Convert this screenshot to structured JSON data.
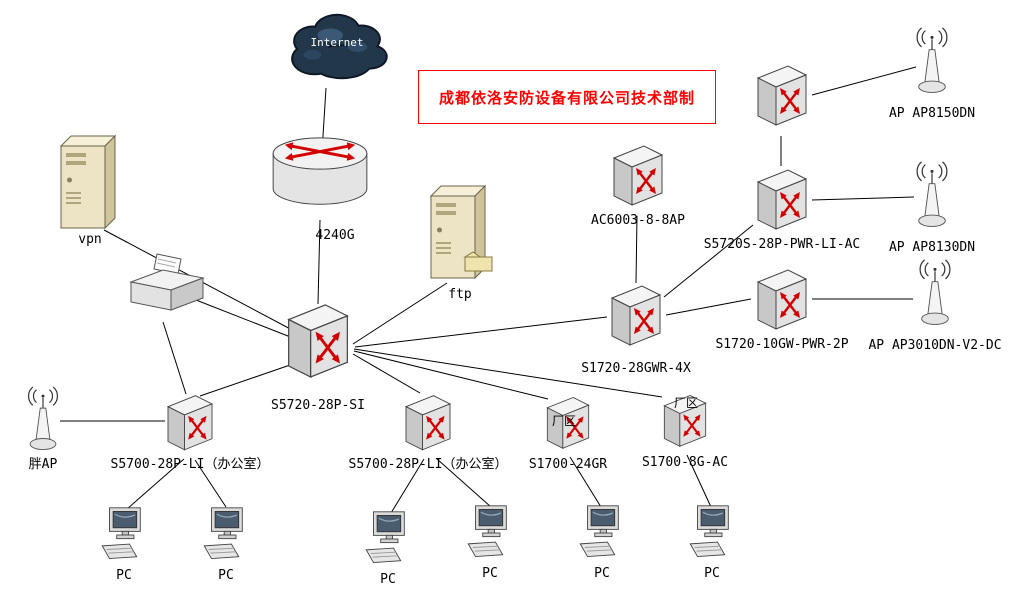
{
  "banner": "成都依洛安防设备有限公司技术部制",
  "cloud_label": "Internet",
  "nodes": {
    "vpn": {
      "label": "vpn",
      "type": "server"
    },
    "router": {
      "label": "4240G",
      "type": "router"
    },
    "ftp": {
      "label": "ftp",
      "type": "server"
    },
    "core": {
      "label": "S5720-28P-SI",
      "type": "switch"
    },
    "ac": {
      "label": "AC6003-8-8AP",
      "type": "wireless-controller"
    },
    "agg": {
      "label": "S1720-28GWR-4X",
      "type": "switch"
    },
    "poe1": {
      "label": "S5720S-28P-PWR-LI-AC",
      "type": "switch"
    },
    "topright": {
      "label": "",
      "type": "switch"
    },
    "poe2": {
      "label": "S1720-10GW-PWR-2P",
      "type": "switch"
    },
    "ap8150": {
      "label": "AP AP8150DN",
      "type": "access-point"
    },
    "ap8130": {
      "label": "AP AP8130DN",
      "type": "access-point"
    },
    "ap3010": {
      "label": "AP AP3010DN-V2-DC",
      "type": "access-point"
    },
    "fat_ap": {
      "label": "胖AP",
      "type": "access-point"
    },
    "office1": {
      "label": "S5700-28P-LI（办公室）",
      "type": "switch"
    },
    "office2": {
      "label": "S5700-28P-LI（办公室）",
      "type": "switch"
    },
    "plant1": {
      "label": "S1700-24GR",
      "zone": "厂区",
      "type": "switch"
    },
    "plant2": {
      "label": "S1700-8G-AC",
      "zone": "厂区",
      "type": "switch"
    },
    "printer": {
      "label": "",
      "type": "printer"
    },
    "pc": {
      "label": "PC",
      "type": "pc"
    }
  },
  "edges": [
    {
      "from": "internet-cloud",
      "to": "router-4240g"
    },
    {
      "from": "router-4240g",
      "to": "switch-s5720-28p-si"
    },
    {
      "from": "server-vpn",
      "to": "switch-s5720-28p-si"
    },
    {
      "from": "printer",
      "to": "switch-s5720-28p-si"
    },
    {
      "from": "printer",
      "to": "switch-s5700-28p-li-office-1"
    },
    {
      "from": "switch-s5720-28p-si",
      "to": "switch-s5700-28p-li-office-1"
    },
    {
      "from": "switch-s5720-28p-si",
      "to": "server-ftp"
    },
    {
      "from": "switch-s5720-28p-si",
      "to": "switch-s1720-28gwr-4x"
    },
    {
      "from": "switch-s5720-28p-si",
      "to": "switch-s5700-28p-li-office-2"
    },
    {
      "from": "switch-s5720-28p-si",
      "to": "switch-s1700-24gr"
    },
    {
      "from": "switch-s5720-28p-si",
      "to": "switch-s1700-8g-ac"
    },
    {
      "from": "ac6003-8-8ap",
      "to": "switch-s1720-28gwr-4x"
    },
    {
      "from": "switch-s1720-28gwr-4x",
      "to": "switch-s5720s-28p-pwr-li-ac"
    },
    {
      "from": "switch-s1720-28gwr-4x",
      "to": "switch-s1720-10gw-pwr-2p"
    },
    {
      "from": "switch-s5720s-28p-pwr-li-ac",
      "to": "switch-top-right"
    },
    {
      "from": "switch-top-right",
      "to": "ap-ap8150dn"
    },
    {
      "from": "switch-s5720s-28p-pwr-li-ac",
      "to": "ap-ap8130dn"
    },
    {
      "from": "switch-s1720-10gw-pwr-2p",
      "to": "ap-ap3010dn-v2-dc"
    },
    {
      "from": "fat-ap",
      "to": "switch-s5700-28p-li-office-1"
    },
    {
      "from": "switch-s5700-28p-li-office-1",
      "to": "pc-1"
    },
    {
      "from": "switch-s5700-28p-li-office-1",
      "to": "pc-2"
    },
    {
      "from": "switch-s5700-28p-li-office-2",
      "to": "pc-3"
    },
    {
      "from": "switch-s5700-28p-li-office-2",
      "to": "pc-4"
    },
    {
      "from": "switch-s1700-24gr",
      "to": "pc-5"
    },
    {
      "from": "switch-s1700-8g-ac",
      "to": "pc-6"
    }
  ]
}
